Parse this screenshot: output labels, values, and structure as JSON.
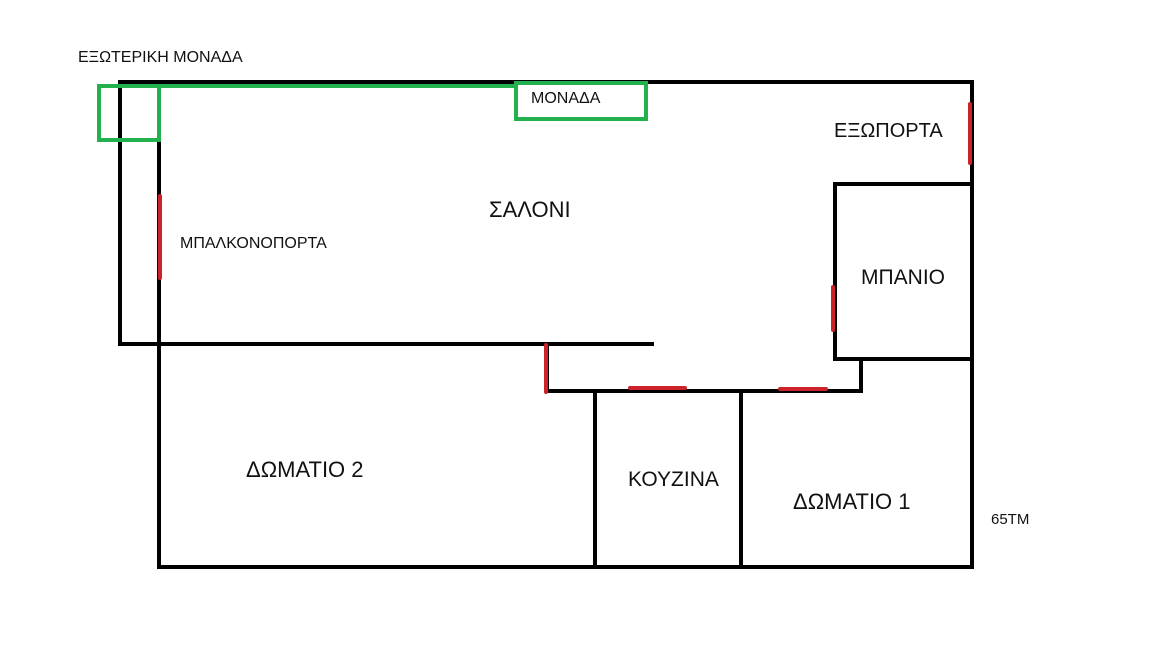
{
  "labels": {
    "outdoor_unit": "ΕΞΩΤΕΡΙΚΗ ΜΟΝΑΔΑ",
    "indoor_unit": "ΜΟΝΑΔΑ",
    "entrance_door": "ΕΞΩΠΟΡΤΑ",
    "living_room": "ΣΑΛΟΝΙ",
    "balcony_door": "ΜΠΑΛΚΟΝΟΠΟΡΤΑ",
    "bathroom": "ΜΠΑΝΙΟ",
    "bedroom_2": "ΔΩΜΑΤΙΟ 2",
    "kitchen": "ΚΟΥΖΙΝΑ",
    "bedroom_1": "ΔΩΜΑΤΙΟ 1",
    "total_area": "65ΤΜ"
  },
  "colors": {
    "walls": "#000000",
    "doors": "#cc2229",
    "ac_units": "#22b14c",
    "text": "#111111",
    "background": "#ffffff"
  }
}
